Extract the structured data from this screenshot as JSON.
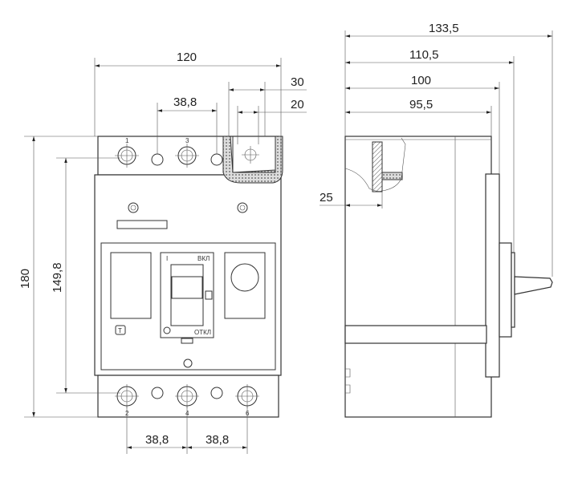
{
  "dimensions": {
    "front_width": "120",
    "front_height": "180",
    "mounting_height": "149,8",
    "top_pitch": "38,8",
    "busbar_outer": "30",
    "busbar_inner": "20",
    "bottom_pitch_left": "38,8",
    "bottom_pitch_right": "38,8",
    "side_total_depth": "133,5",
    "side_handle_base_depth": "110,5",
    "side_cover_depth": "100",
    "side_body_depth": "95,5",
    "side_terminal_offset": "25"
  },
  "labels": {
    "top_terminals": [
      "1",
      "3"
    ],
    "bottom_terminals": [
      "2",
      "4",
      "6"
    ],
    "on_mark": "I",
    "on_label": "ВКЛ",
    "off_label": "ОТКЛ",
    "test_button": "T"
  },
  "colors": {
    "line": "#333333",
    "background": "#ffffff"
  }
}
